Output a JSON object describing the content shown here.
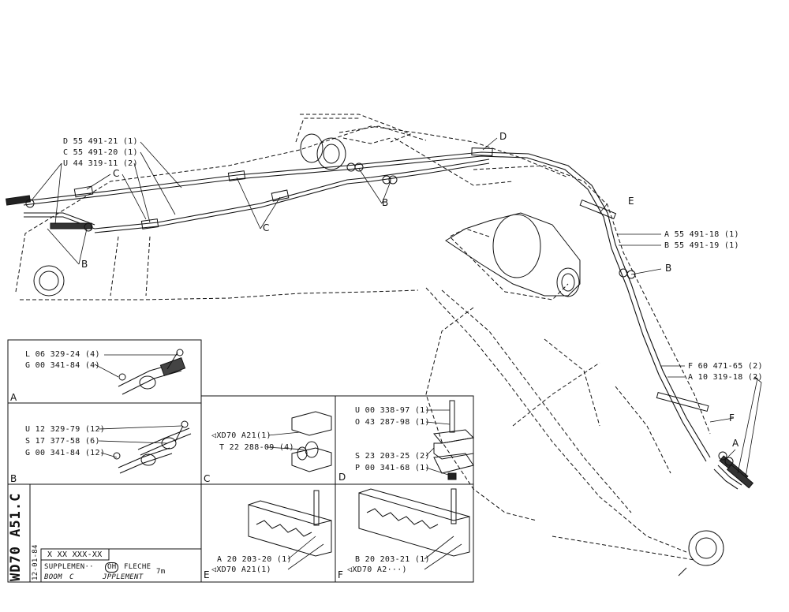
{
  "callouts": {
    "d_55491_21": "D 55 491-21 (1)",
    "c_55491_20": "C 55 491-20 (1)",
    "u_44319_11": "U 44 319-11 (2)",
    "a_55491_18": "A 55 491-18 (1)",
    "b_55491_19": "B 55 491-19 (1)",
    "f_60471_65": "F 60 471-65 (2)",
    "a_10319_18": "A 10 319-18 (2)"
  },
  "letters": {
    "c_top": "C",
    "b_left": "B",
    "c_mid": "C",
    "b_mid": "B",
    "d_top": "D",
    "e_right": "E",
    "b_right": "B",
    "f_right": "F",
    "a_right": "A"
  },
  "panels": {
    "a": {
      "letter": "A",
      "parts": [
        "L 06 329-24 (4)",
        "G 00 341-84 (4)"
      ]
    },
    "b": {
      "letter": "B",
      "parts": [
        "U 12 329-79 (12)",
        "S 17 377-58 (6)",
        "G 00 341-84 (12)"
      ]
    },
    "c": {
      "letter": "C",
      "parts": [
        "◁XD70  A21(1)",
        "T 22 288-09 (4)"
      ]
    },
    "d": {
      "letter": "D",
      "parts": [
        "U 00 338-97 (1)",
        "O 43 287-98 (1)",
        "S 23 203-25 (2)",
        "P 00 341-68 (1)"
      ]
    },
    "e": {
      "letter": "E",
      "parts": [
        "A 20 203-20 (1)",
        "◁XD70  A21(1)"
      ]
    },
    "f": {
      "letter": "F",
      "parts": [
        "B 20 203-21 (1)",
        "◁XD70  A2···)"
      ]
    }
  },
  "title_block": {
    "model": "WD70 A51.C",
    "date": "12-01-84",
    "number": "X XX XXX-XX",
    "supplement": "SUPPLEMEN··",
    "oh": "OH",
    "fleche": "FLECHE",
    "length": "7m",
    "boom": "BOOM",
    "boom_mark": "C",
    "supplement2": "JPPLEMENT"
  }
}
